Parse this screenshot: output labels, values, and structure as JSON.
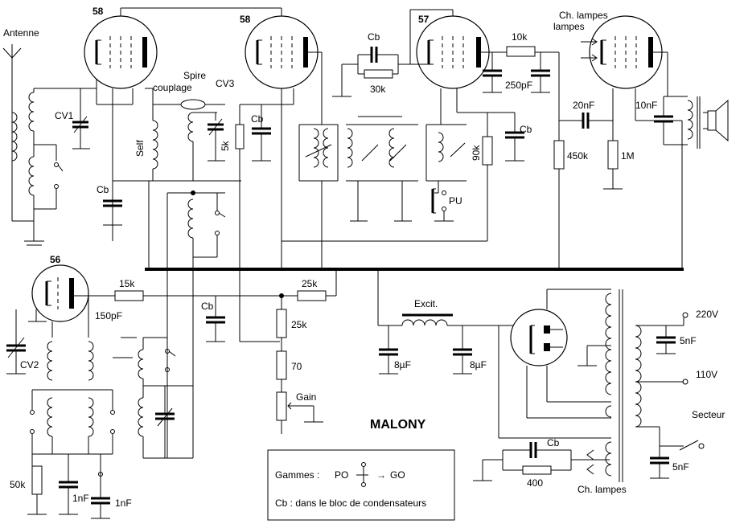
{
  "title": "MALONY",
  "labels": {
    "antenna": "Antenne",
    "tube_v1": "58",
    "tube_v2": "58",
    "tube_v3": "57",
    "tube_v5": "56",
    "power_tube_label": "Ch. lampes",
    "cv1": "CV1",
    "cv2": "CV2",
    "cv3": "CV3",
    "self": "Self",
    "spire": "Spire",
    "couplage": "couplage",
    "r_5k": "5k",
    "cb": "Cb",
    "r_30k": "30k",
    "r_10k": "10k",
    "c_250pF": "250pF",
    "c_20nF": "20nF",
    "c_10nF": "10nF",
    "r_450k": "450k",
    "r_1M": "1M",
    "r_90k": "90k",
    "pu": "PU",
    "r_15k": "15k",
    "c_150pF": "150pF",
    "r_25k_a": "25k",
    "r_25k_b": "25k",
    "r_70": "70",
    "gain": "Gain",
    "excit": "Excit.",
    "c_8uF_a": "8µF",
    "c_8uF_b": "8µF",
    "v220": "220V",
    "v110": "110V",
    "c_5nF_a": "5nF",
    "c_5nF_b": "5nF",
    "secteur": "Secteur",
    "r_50k": "50k",
    "c_1nF_a": "1nF",
    "c_1nF_b": "1nF",
    "r_400": "400",
    "heater_label": "Ch. lampes"
  },
  "legend": {
    "gammes_label": "Gammes :",
    "po": "PO",
    "go": "GO",
    "cb_note": "Cb : dans le bloc de condensateurs"
  }
}
